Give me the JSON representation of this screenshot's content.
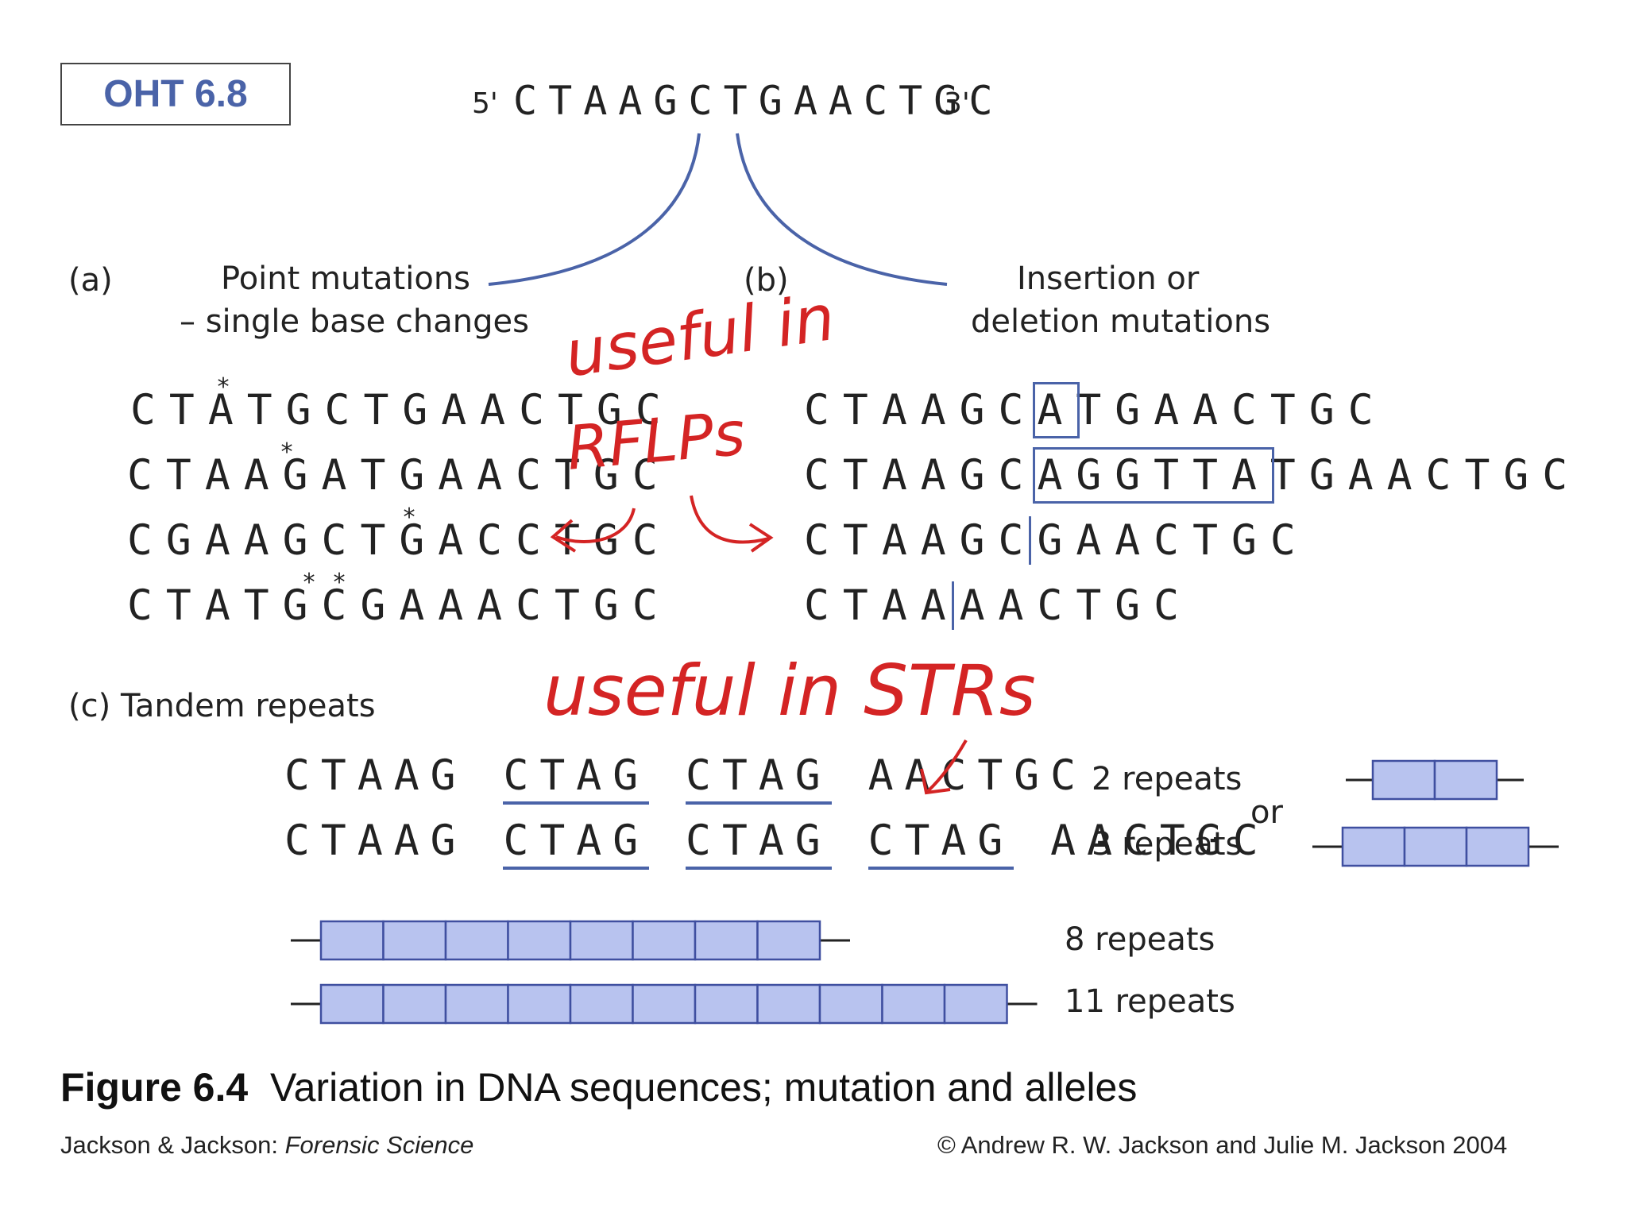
{
  "badge": "OHT 6.8",
  "top_sequence": {
    "five": "5'",
    "seq": "CTAAGCTGAACTGC",
    "three": "3'"
  },
  "panel_a": {
    "letter": "(a)",
    "title_line1": "Point mutations",
    "title_line2": "– single base changes",
    "sequences": [
      "CTATGCTGAACTGC",
      "CTAAGATGAACTGC",
      "CGAAGCTGACCTGC",
      "CTATGCGAAACTGC"
    ]
  },
  "panel_b": {
    "letter": "(b)",
    "title_line1": "Insertion or",
    "title_line2": "deletion mutations",
    "row1": {
      "before": "CTAAGC",
      "boxed": "A",
      "after": "TGAACTGC"
    },
    "row2": {
      "before": "CTAAGC",
      "boxed": "AGGTTA",
      "after": "TGAACTGC"
    },
    "row3": {
      "before": "CTAAGC",
      "after": "GAACTGC"
    },
    "row4": {
      "before": "CTAA",
      "after": "AACTGC"
    }
  },
  "panel_c": {
    "letter": "(c)",
    "title": "Tandem repeats",
    "row1": {
      "prefix": "CTAAG",
      "repeats": [
        "CTAG",
        "CTAG"
      ],
      "suffix": "AACTGC",
      "label": "2 repeats"
    },
    "row2": {
      "prefix": "CTAAG",
      "repeats": [
        "CTAG",
        "CTAG",
        "CTAG"
      ],
      "suffix": "AACTGC",
      "label": "3 repeats"
    },
    "or_label": "or",
    "bar_labels": [
      "8 repeats",
      "11 repeats"
    ],
    "repeat_counts": [
      2,
      3,
      8,
      11
    ]
  },
  "annotations": {
    "rflp_line1": "useful in",
    "rflp_line2": "RFLPs",
    "str": "useful in STRs"
  },
  "footer": {
    "figure_label": "Figure 6.4",
    "figure_title": "Variation in DNA sequences; mutation and alleles",
    "source_authors": "Jackson & Jackson: ",
    "source_book": "Forensic Science",
    "copyright": "© Andrew R. W. Jackson and Julie M. Jackson 2004"
  },
  "colors": {
    "badge": "#4a63a8",
    "line": "#4a63a8",
    "handwriting": "#d42424",
    "repeat_fill": "#b8c3ef",
    "repeat_stroke": "#3f4fa0"
  }
}
